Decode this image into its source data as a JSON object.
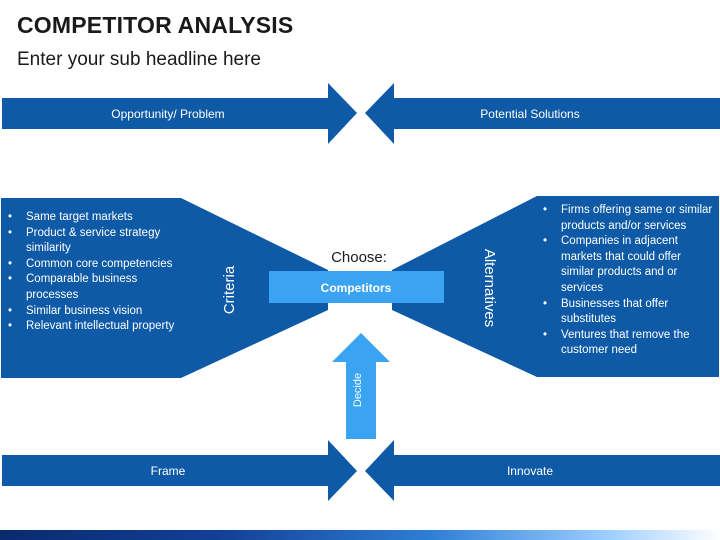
{
  "header": {
    "title": "COMPETITOR ANALYSIS",
    "subtitle": "Enter your sub headline here"
  },
  "top_arrows": {
    "left_label": "Opportunity/ Problem",
    "right_label": "Potential Solutions"
  },
  "bottom_arrows": {
    "left_label": "Frame",
    "right_label": "Innovate"
  },
  "criteria": {
    "label": "Criteria",
    "items": [
      "Same target markets",
      "Product & service strategy similarity",
      "Common core competencies",
      "Comparable business processes",
      "Similar business vision",
      "Relevant intellectual property"
    ]
  },
  "alternatives": {
    "label": "Alternatives",
    "items": [
      "Firms offering same or similar products and/or services",
      "Companies in adjacent markets that could offer similar products and or services",
      "Businesses that offer substitutes",
      "Ventures that remove the customer need"
    ]
  },
  "center": {
    "choose_label": "Choose:",
    "competitors_label": "Competitors",
    "decide_label": "Decide"
  },
  "colors": {
    "dark_blue": "#0e5aa7",
    "light_blue": "#3aa3f2",
    "text_dark": "#1a1a1a"
  }
}
